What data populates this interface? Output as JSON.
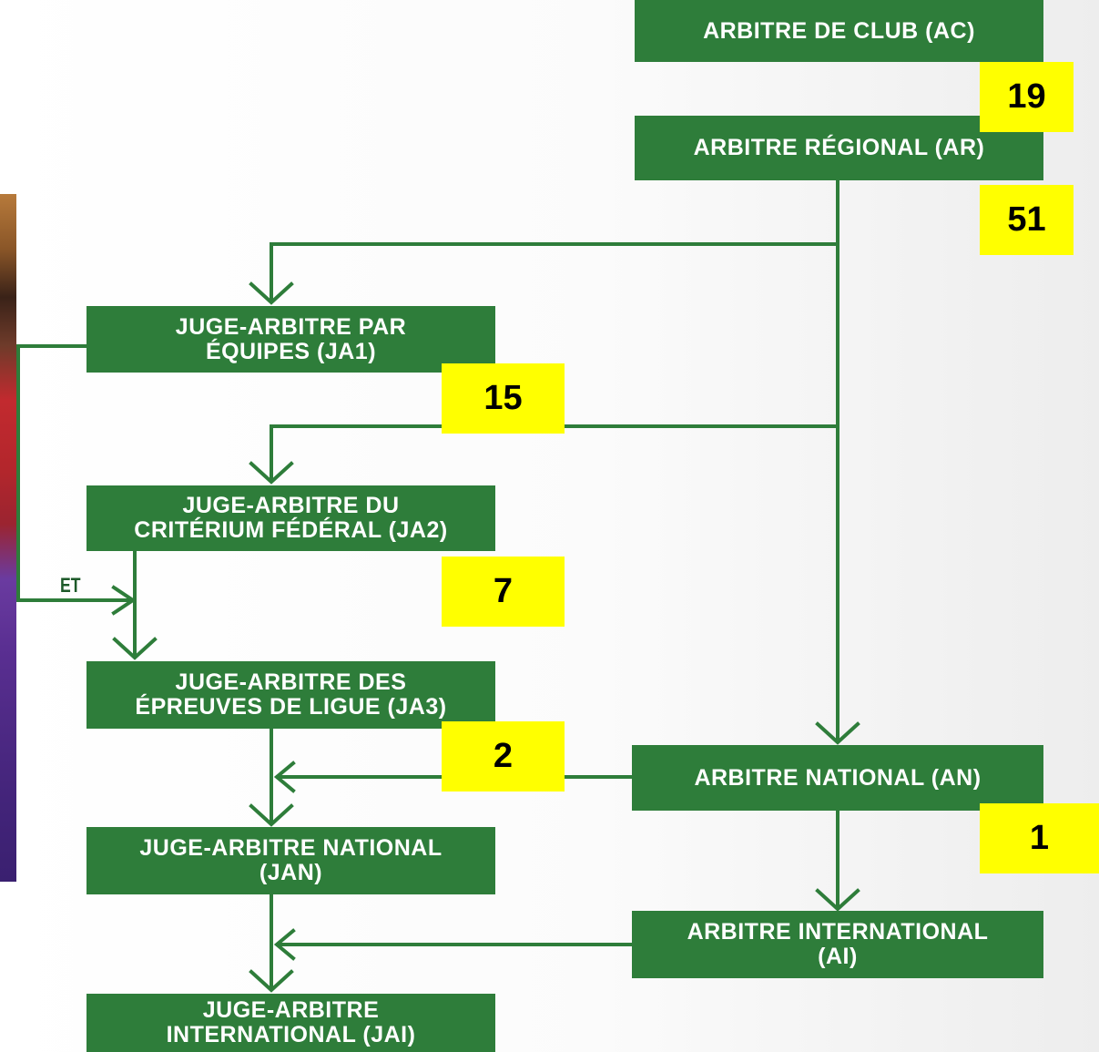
{
  "diagram": {
    "nodes": {
      "ac": "ARBITRE DE CLUB (AC)",
      "ar": "ARBITRE RÉGIONAL (AR)",
      "ja1": "JUGE-ARBITRE PAR\nÉQUIPES (JA1)",
      "ja2": "JUGE-ARBITRE DU\nCRITÉRIUM FÉDÉRAL (JA2)",
      "ja3": "JUGE-ARBITRE DES\nÉPREUVES DE LIGUE (JA3)",
      "jan": "JUGE-ARBITRE NATIONAL\n(JAN)",
      "jai": "JUGE-ARBITRE\nINTERNATIONAL (JAI)",
      "an": "ARBITRE NATIONAL (AN)",
      "ai": "ARBITRE INTERNATIONAL\n(AI)"
    },
    "connector_label": "ET",
    "counts": {
      "ac_to_ar": "19",
      "ar": "51",
      "ja1": "15",
      "ja2": "7",
      "ja3": "2",
      "an": "1"
    },
    "colors": {
      "box": "#2e7d3a",
      "connector": "#2e7d3a",
      "badge": "#ffff00",
      "text": "#ffffff"
    }
  }
}
